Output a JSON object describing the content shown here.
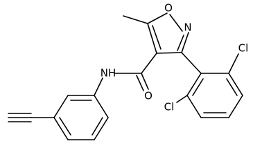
{
  "molecule": {
    "atom_labels": {
      "o_ring": "O",
      "n_ring": "N",
      "cl_top": "Cl",
      "cl_bottom": "Cl",
      "amide_nh": "NH",
      "amide_o": "O"
    }
  }
}
